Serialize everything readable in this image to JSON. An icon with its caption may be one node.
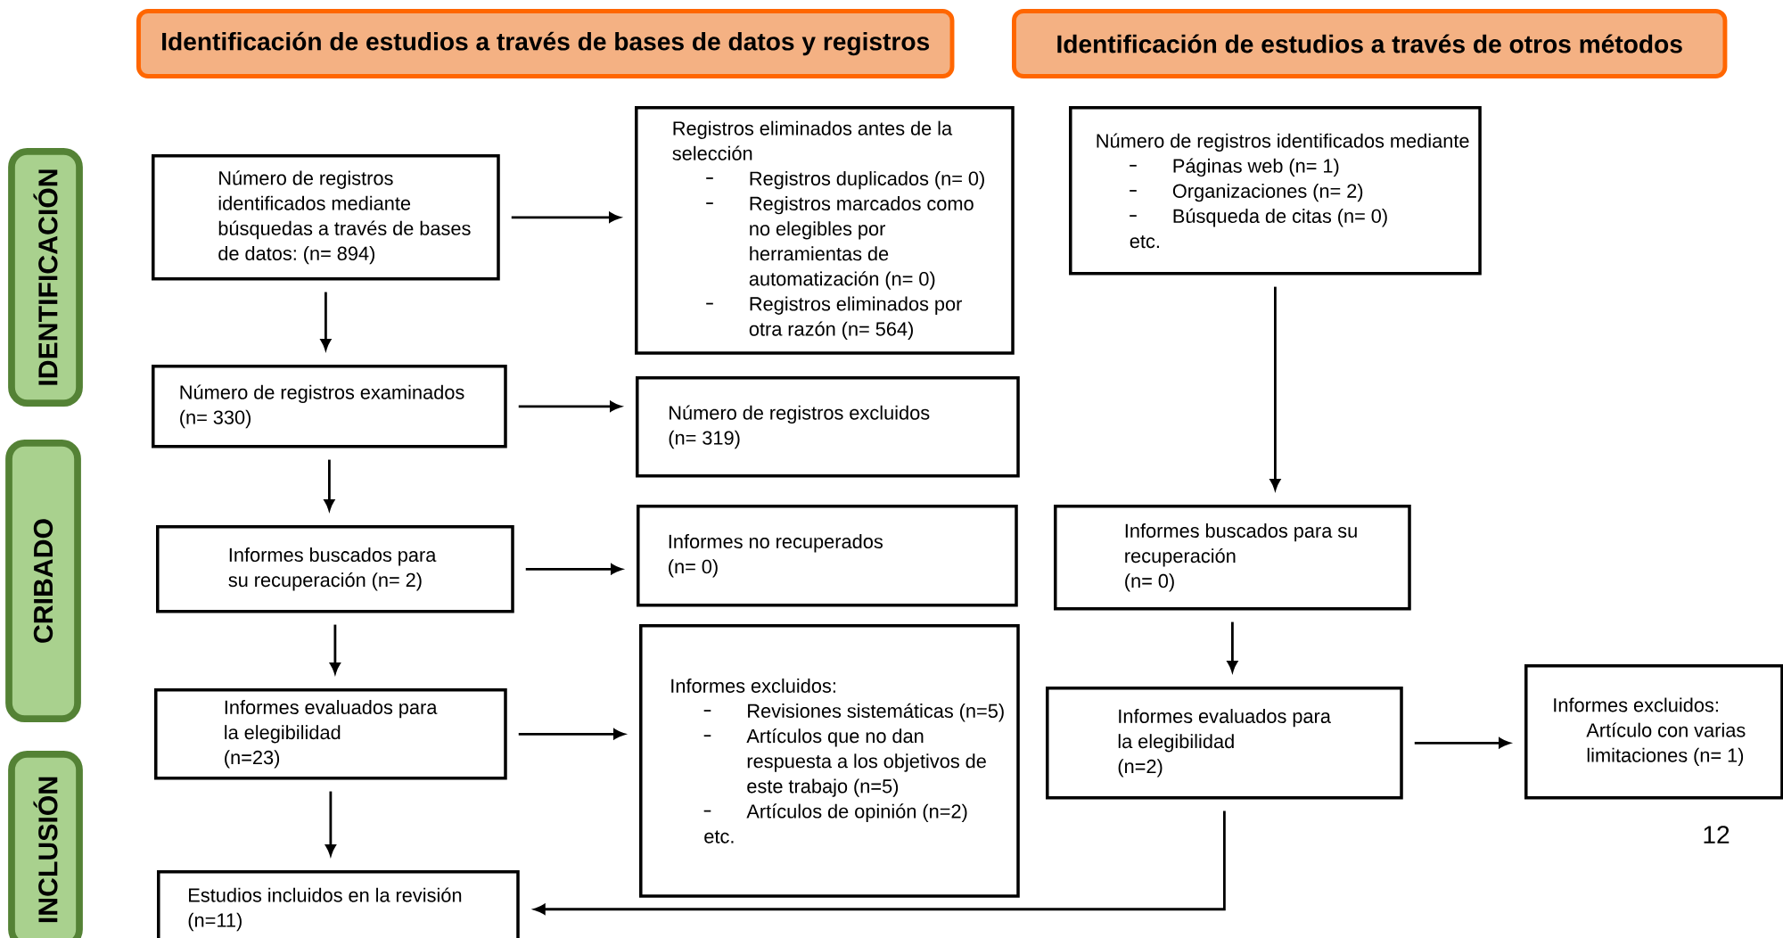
{
  "diagram": {
    "nodes": [
      {
        "text": [
          "Identificación de estudios a través de bases de datos y registros"
        ]
      },
      {
        "text": [
          "Identificación de estudios a través de otros métodos"
        ]
      },
      {
        "text": [
          "IDENTIFICACIÓN"
        ]
      },
      {
        "text": [
          "CRIBADO"
        ]
      },
      {
        "text": [
          "INCLUSIÓN"
        ]
      },
      {
        "text": [
          "Número de registros identificados mediante búsquedas a través de bases de datos: (n= 894)"
        ]
      },
      {
        "text": [
          "Registros eliminados antes de la selección",
          "Registros duplicados (n= 0)",
          "Registros marcados como no elegibles por herramientas de automatización (n= 0)",
          "Registros eliminados por otra razón (n= 564)"
        ]
      },
      {
        "text": [
          "Número de registros examinados",
          "(n= 330)"
        ]
      },
      {
        "text": [
          "Número de registros excluidos",
          "(n= 319)"
        ]
      },
      {
        "text": [
          "Informes buscados para su recuperación (n= 2)"
        ]
      },
      {
        "text": [
          "Informes no recuperados",
          "(n= 0)"
        ]
      },
      {
        "text": [
          "Informes evaluados para la elegibilidad",
          "(n=23)"
        ]
      },
      {
        "text": [
          "Informes excluidos:",
          "Revisiones sistemáticas (n=5)",
          "Artículos que no dan respuesta a los objetivos de este trabajo (n=5)",
          "Artículos de opinión (n=2)",
          "etc."
        ]
      },
      {
        "text": [
          "Estudios incluidos en la revisión",
          "(n=11)"
        ]
      },
      {
        "text": [
          "Número de registros identificados mediante",
          "Páginas web (n= 1)",
          "Organizaciones (n= 2)",
          "Búsqueda de citas (n= 0)",
          "etc."
        ]
      },
      {
        "text": [
          "Informes buscados para su recuperación",
          "(n= 0)"
        ]
      },
      {
        "text": [
          "Informes evaluados para la elegibilidad",
          "(n=2)"
        ]
      },
      {
        "text": [
          "Informes excluidos:",
          "Artículo con varias limitaciones (n= 1)"
        ]
      }
    ],
    "edges": [
      {
        "from": 5,
        "to": 6,
        "arrow": "to"
      },
      {
        "from": 5,
        "to": 7,
        "arrow": "to"
      },
      {
        "from": 7,
        "to": 8,
        "arrow": "to"
      },
      {
        "from": 7,
        "to": 9,
        "arrow": "to"
      },
      {
        "from": 9,
        "to": 10,
        "arrow": "to"
      },
      {
        "from": 9,
        "to": 11,
        "arrow": "to"
      },
      {
        "from": 11,
        "to": 12,
        "arrow": "to"
      },
      {
        "from": 11,
        "to": 13,
        "arrow": "to"
      },
      {
        "from": 14,
        "to": 15,
        "arrow": "to"
      },
      {
        "from": 15,
        "to": 16,
        "arrow": "to"
      },
      {
        "from": 16,
        "to": 17,
        "arrow": "to"
      },
      {
        "from": 16,
        "to": 13,
        "arrow": "to"
      }
    ],
    "labels": [
      "12"
    ]
  }
}
